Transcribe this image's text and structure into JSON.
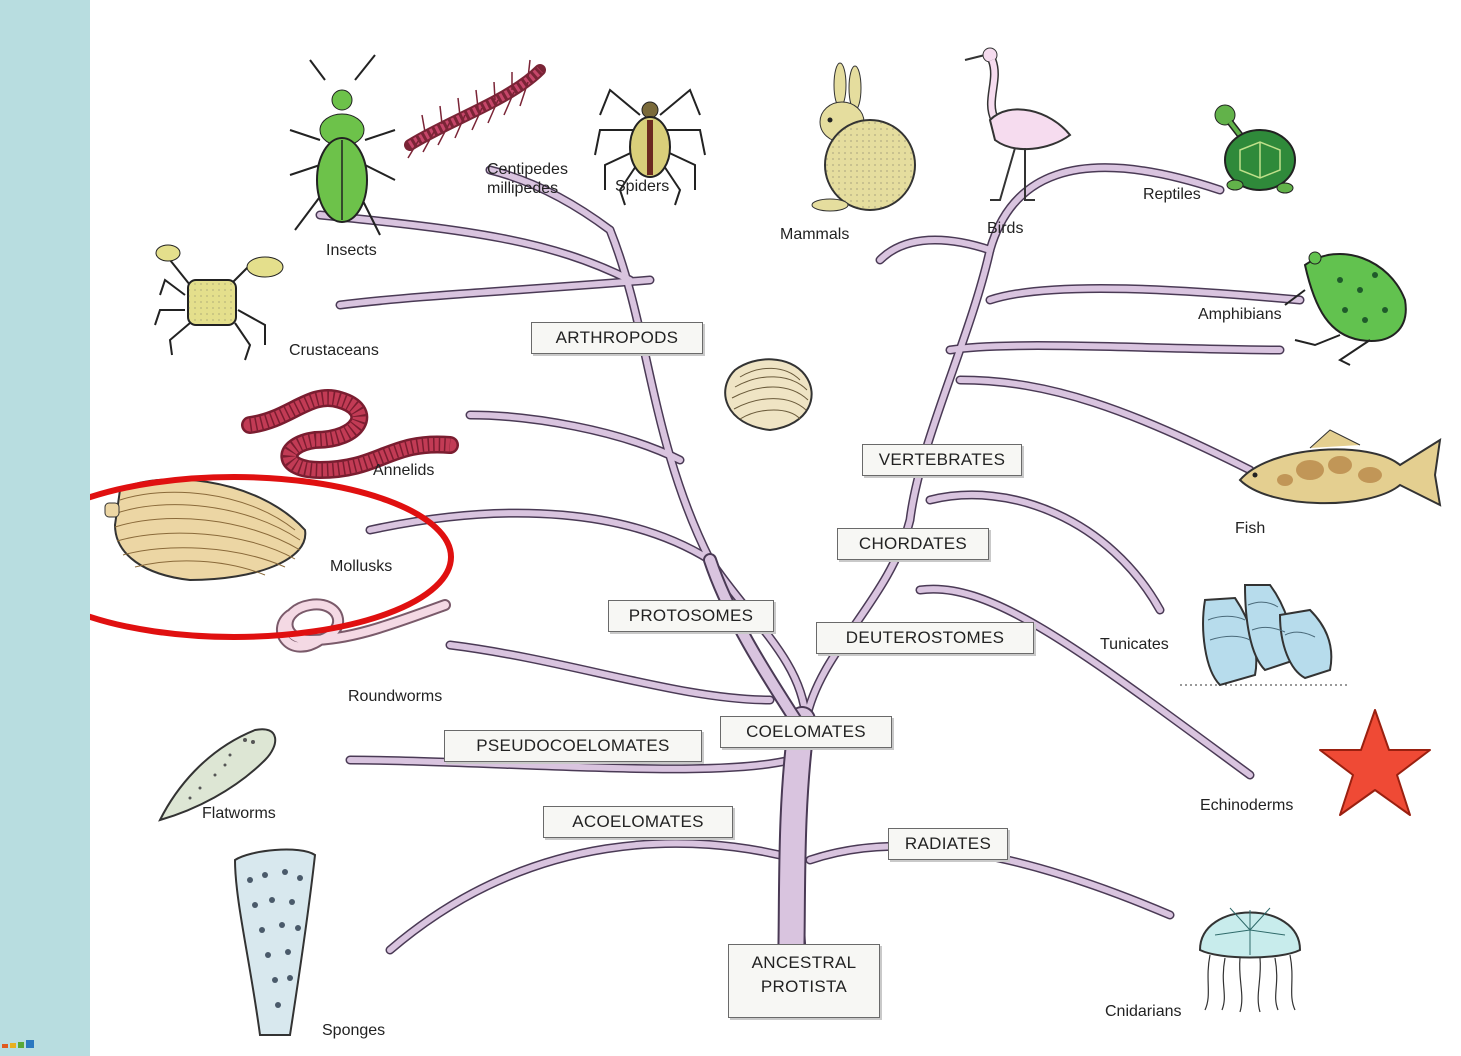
{
  "groups": {
    "arthropods": "ARTHROPODS",
    "vertebrates": "VERTEBRATES",
    "chordates": "CHORDATES",
    "protosomes": "PROTOSOMES",
    "deuterostomes": "DEUTEROSTOMES",
    "coelomates": "COELOMATES",
    "pseudocoelomates": "PSEUDOCOELOMATES",
    "acoelomates": "ACOELOMATES",
    "radiates": "RADIATES",
    "ancestral_line1": "ANCESTRAL",
    "ancestral_line2": "PROTISTA"
  },
  "leaves": {
    "insects": "Insects",
    "centipedes_line1": "Centipedes",
    "centipedes_line2": "millipedes",
    "spiders": "Spiders",
    "mammals": "Mammals",
    "birds": "Birds",
    "reptiles": "Reptiles",
    "crustaceans": "Crustaceans",
    "amphibians": "Amphibians",
    "annelids": "Annelids",
    "fish": "Fish",
    "mollusks": "Mollusks",
    "tunicates": "Tunicates",
    "roundworms": "Roundworms",
    "flatworms": "Flatworms",
    "echinoderms": "Echinoderms",
    "sponges": "Sponges",
    "cnidarians": "Cnidarians"
  },
  "icons": {
    "insect": "beetle-icon",
    "centipede": "centipede-icon",
    "spider": "spider-icon",
    "mammal": "rabbit-icon",
    "bird": "egret-icon",
    "reptile": "turtle-icon",
    "crustacean": "crab-icon",
    "amphibian": "frog-icon",
    "annelid": "earthworm-icon",
    "clam": "clam-shell-icon",
    "fish": "fish-icon",
    "mollusk": "mollusk-shell-icon",
    "tunicate": "tunicate-icon",
    "roundworm": "roundworm-icon",
    "flatworm": "flatworm-icon",
    "echinoderm": "starfish-icon",
    "sponge": "sponge-icon",
    "cnidarian": "jellyfish-icon",
    "highlight": "red-ellipse-highlight"
  },
  "colors": {
    "sidebar": "#b8dde0",
    "branch": "#d9c4df",
    "branch_stroke": "#4a3a55",
    "highlight": "#e01010",
    "insect": "#6dc24a",
    "crab": "#e4df8c",
    "rabbit": "#e5dd9e",
    "bird": "#f6dcef",
    "frog": "#62c24f",
    "worm": "#c23b55",
    "fish": "#e4cf90",
    "tunicate": "#b7dcec",
    "starfish": "#ef4a35",
    "jellyfish": "#c8ecec"
  }
}
